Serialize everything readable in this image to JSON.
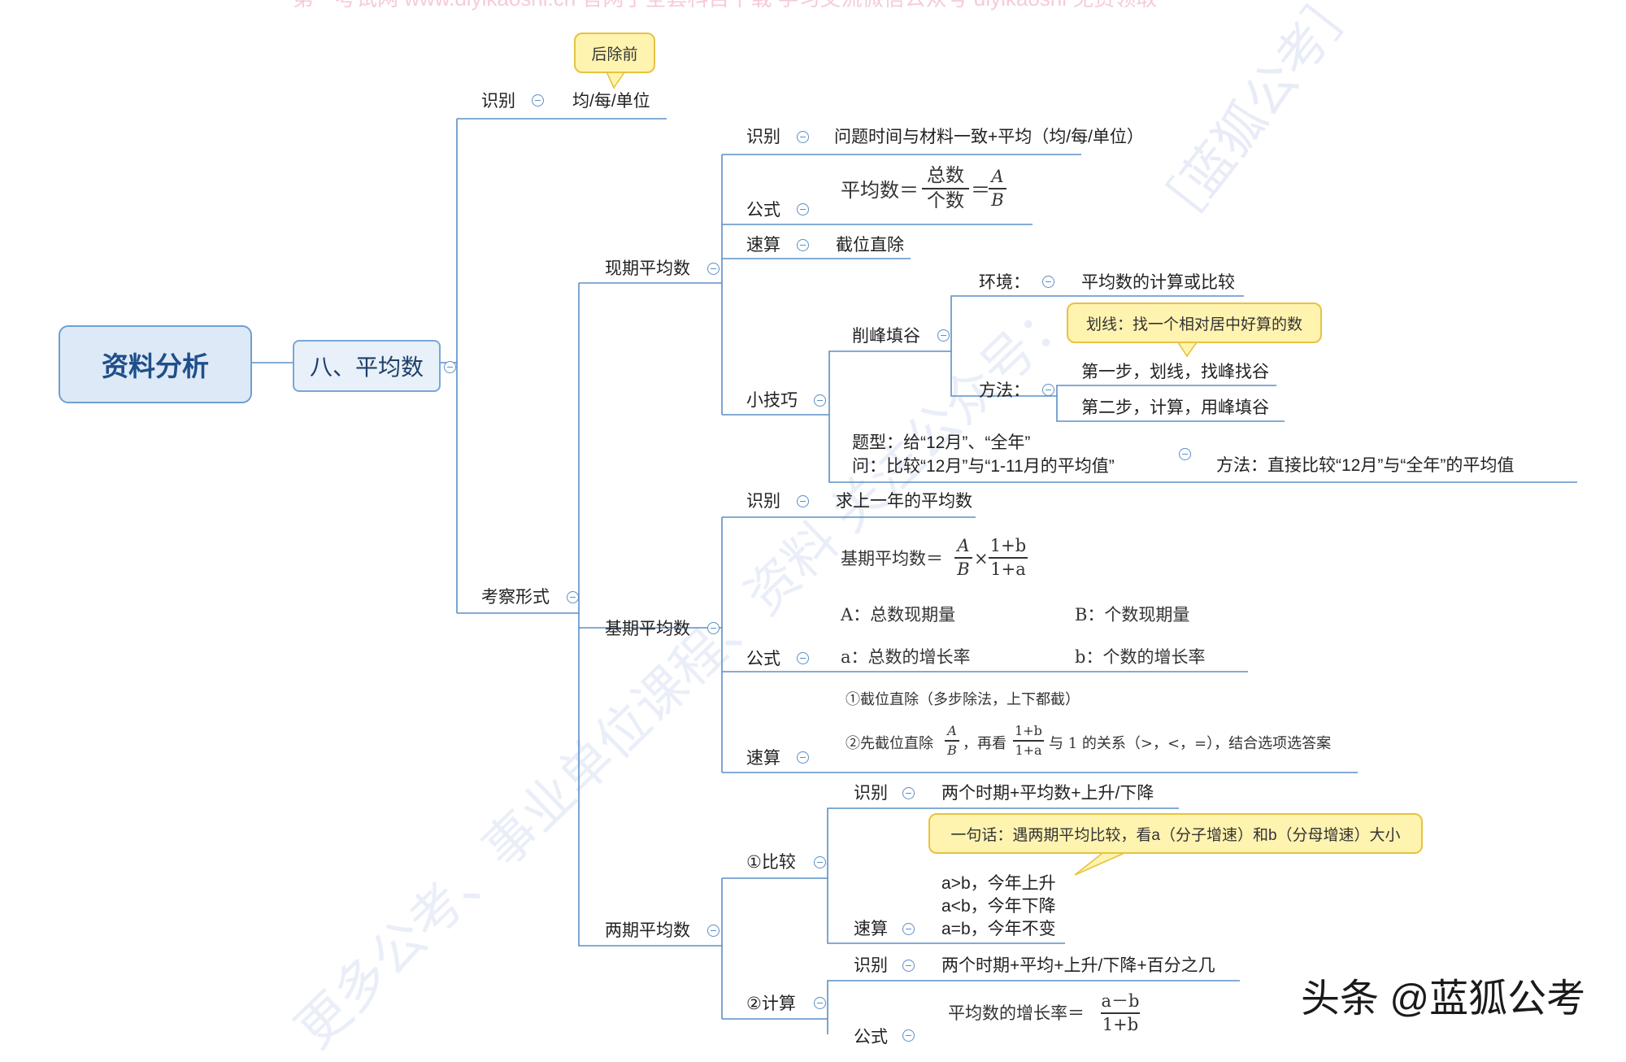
{
  "watermarks": {
    "top": "第一考试网 www.diyikaoshi.cn 官网了全套科目下载 学习交流微信公众号 diyikaoshi 免费领取",
    "diagonal": "更多公考、事业单位课程、资料  关注公众号：",
    "bracket": "［蓝狐公考］",
    "brand": "头条 @蓝狐公考"
  },
  "root": "资料分析",
  "level1": "八、平均数",
  "top_branch": {
    "shibie": "识别",
    "value": "均/每/单位",
    "callout": "后除前"
  },
  "kaocha": "考察形式",
  "xianqi": {
    "label": "现期平均数",
    "shibie": "识别",
    "shibie_text": "问题时间与材料一致+平均（均/每/单位）",
    "gongshi": "公式",
    "formula_left": "平均数＝",
    "formula_num": "总数",
    "formula_den": "个数",
    "formula_eq": "＝",
    "formula_a": "A",
    "formula_b": "B",
    "susuan": "速算",
    "susuan_text": "截位直除",
    "xiaojiqiao": "小技巧",
    "xuefeng": "削峰填谷",
    "huanjing": "环境：",
    "huanjing_text": "平均数的计算或比较",
    "callout": "划线：找一个相对居中好算的数",
    "fangfa": "方法：",
    "step1": "第一步，划线，找峰找谷",
    "step2": "第二步，计算，用峰填谷",
    "tixing1": "题型：给“12月”、“全年”",
    "tixing2": "问：比较“12月”与“1-11月的平均值”",
    "tixing_fangfa": "方法：直接比较“12月”与“全年”的平均值"
  },
  "jiqi": {
    "label": "基期平均数",
    "shibie": "识别",
    "shibie_text": "求上一年的平均数",
    "gongshi": "公式",
    "formula_left": "基期平均数＝",
    "formula_a": "A",
    "formula_b": "B",
    "formula_times": "×",
    "formula_num": "1+b",
    "formula_den": "1+a",
    "defA": "A：总数现期量",
    "defB": "B：个数现期量",
    "defa": "a：总数的增长率",
    "defb": "b：个数的增长率",
    "susuan": "速算",
    "step1": "①截位直除（多步除法，上下都截）",
    "step2_pre": "②先截位直除",
    "step2_a": "A",
    "step2_b": "B",
    "step2_mid": "，再看",
    "step2_num": "1+b",
    "step2_den": "1+a",
    "step2_post": "与 1 的关系（>，<，=），结合选项选答案"
  },
  "liangqi": {
    "label": "两期平均数",
    "bijiao": "①比较",
    "bj_shibie": "识别",
    "bj_shibie_text": "两个时期+平均数+上升/下降",
    "bj_callout": "一句话：遇两期平均比较，看a（分子增速）和b（分母增速）大小",
    "bj_susuan": "速算",
    "bj_r1": "a>b，今年上升",
    "bj_r2": "a<b，今年下降",
    "bj_r3": "a=b，今年不变",
    "jisuan": "②计算",
    "js_shibie": "识别",
    "js_shibie_text": "两个时期+平均+上升/下降+百分之几",
    "js_gongshi": "公式",
    "js_formula_left": "平均数的增长率＝",
    "js_formula_num": "a－b",
    "js_formula_den": "1+b"
  }
}
